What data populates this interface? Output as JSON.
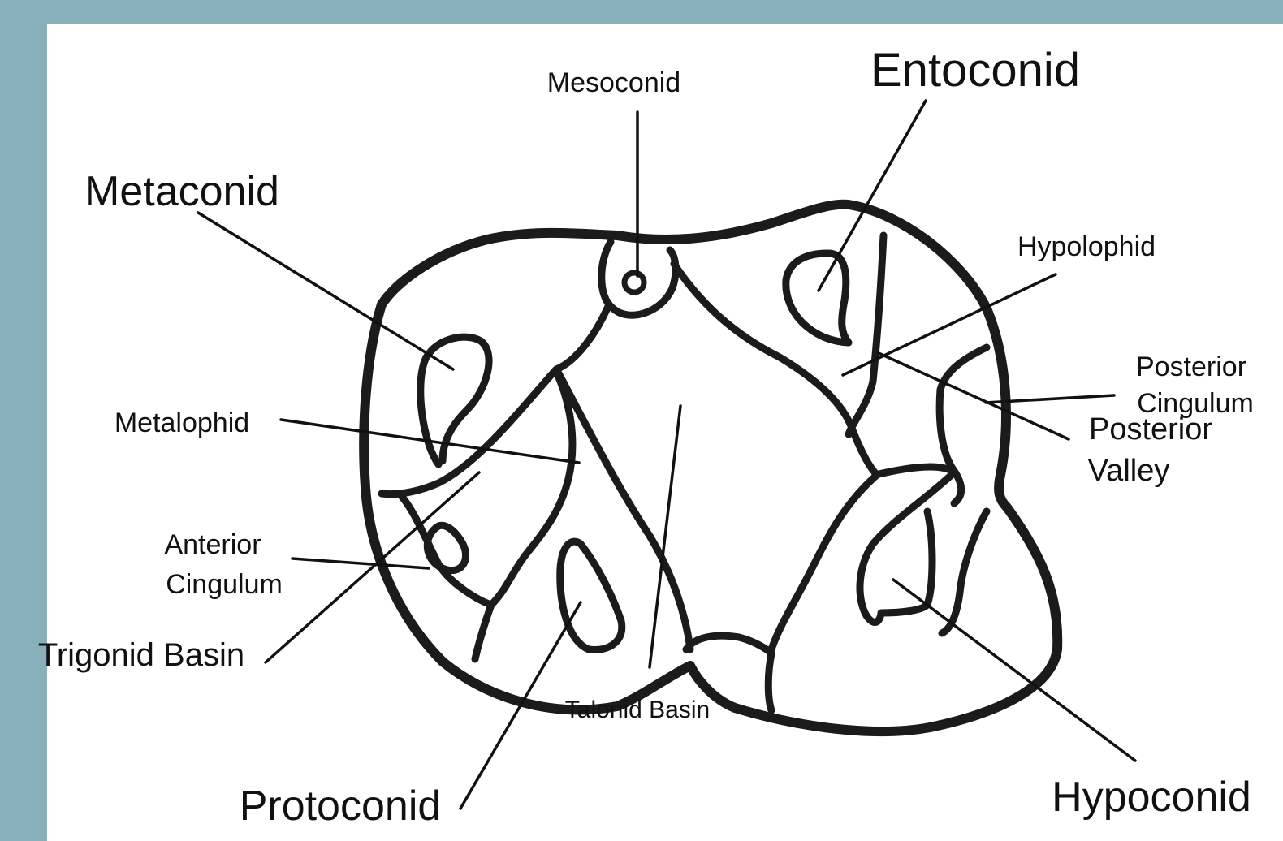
{
  "labels": {
    "mesoconid": "Mesoconid",
    "entoconid": "Entoconid",
    "metaconid": "Metaconid",
    "hypolophid": "Hypolophid",
    "posterior_cingulum_line1": "Posterior",
    "posterior_cingulum_line2": "Cingulum",
    "metalophid": "Metalophid",
    "posterior_valley_line1": "Posterior",
    "posterior_valley_line2": "Valley",
    "anterior_cingulum_line1": "Anterior",
    "anterior_cingulum_line2": "Cingulum",
    "trigonid_basin": "Trigonid Basin",
    "talonid_basin": "Talonid Basin",
    "protoconid": "Protoconid",
    "hypoconid": "Hypoconid"
  },
  "colors": {
    "frame": "#88b0ba",
    "background": "#ffffff",
    "ink": "#1b1b1b"
  }
}
